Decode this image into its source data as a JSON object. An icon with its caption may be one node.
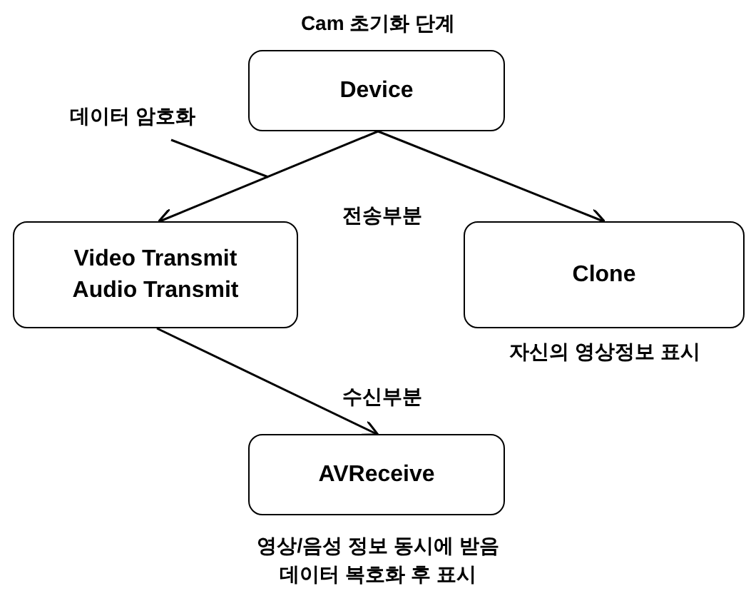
{
  "diagram": {
    "nodes": [
      {
        "text": [
          "Device"
        ],
        "beside": [
          "Cam 초기화 단계"
        ]
      },
      {
        "text": [
          "Video Transmit",
          "Audio Transmit"
        ]
      },
      {
        "text": [
          "Clone"
        ],
        "beside": [
          "자신의 영상정보 표시"
        ]
      },
      {
        "text": [
          "AVReceive"
        ],
        "beside": [
          "영상/음성 정보 동시에 받음",
          "데이터 복호화 후 표시"
        ]
      },
      {
        "text": [
          "데이터 암호화"
        ]
      }
    ],
    "edges": [
      {
        "from": 0,
        "to": 1,
        "arrow": "to"
      },
      {
        "from": 0,
        "to": 2,
        "arrow": "to"
      },
      {
        "from": 1,
        "to": 3,
        "arrow": "to"
      },
      {
        "from": 4,
        "to": null,
        "arrow": "none"
      }
    ],
    "labels": [
      "전송부분",
      "수신부분"
    ]
  }
}
